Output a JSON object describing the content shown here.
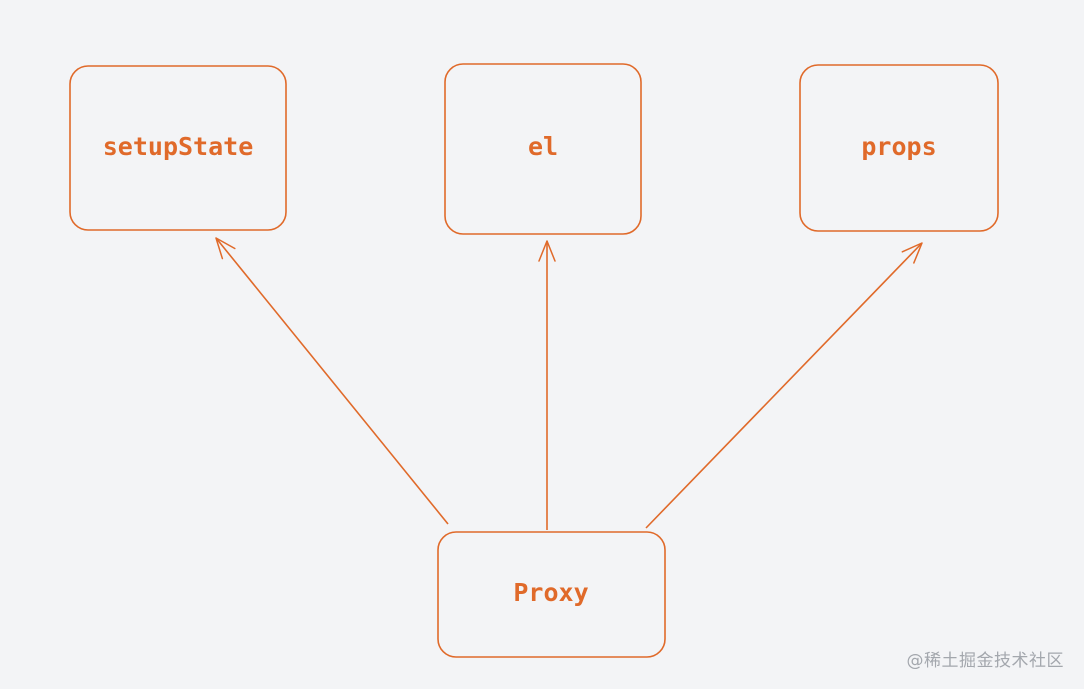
{
  "colors": {
    "stroke": "#e06a2a",
    "text": "#e06a2a",
    "background": "#f3f4f6",
    "watermark": "#a3a7ad"
  },
  "nodes": {
    "setupState": {
      "label": "setupState"
    },
    "el": {
      "label": "el"
    },
    "props": {
      "label": "props"
    },
    "proxy": {
      "label": "Proxy"
    }
  },
  "edges": [
    {
      "from": "proxy",
      "to": "setupState"
    },
    {
      "from": "proxy",
      "to": "el"
    },
    {
      "from": "proxy",
      "to": "props"
    }
  ],
  "watermark": "@稀土掘金技术社区"
}
